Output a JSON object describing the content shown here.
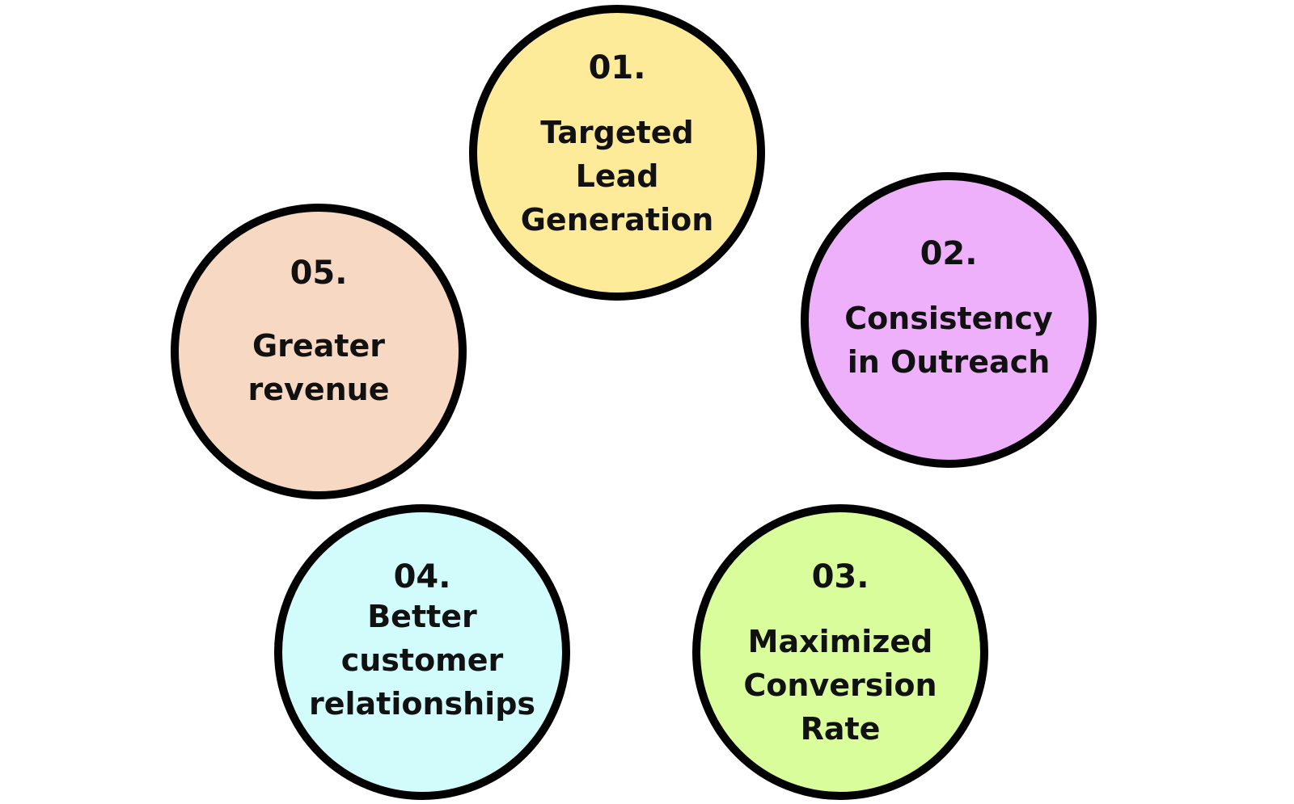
{
  "items": [
    {
      "number": "01.",
      "label": "Targeted\nLead\nGeneration",
      "color": "#FEEB99"
    },
    {
      "number": "02.",
      "label": "Consistency\nin Outreach",
      "color": "#EEB0FB"
    },
    {
      "number": "03.",
      "label": "Maximized\nConversion\nRate",
      "color": "#D8FD9A"
    },
    {
      "number": "04.",
      "label": "Better\ncustomer\nrelationships",
      "color": "#D2FCFC"
    },
    {
      "number": "05.",
      "label": "Greater\nrevenue",
      "color": "#F7D8C3"
    }
  ],
  "border_color": "#000000",
  "background_color": "#FFFFFF"
}
